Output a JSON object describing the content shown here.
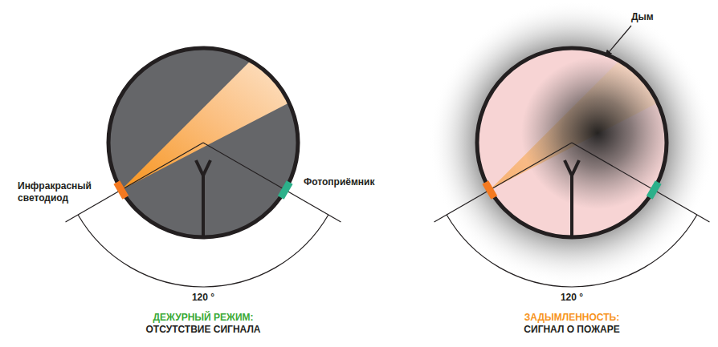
{
  "diagram": {
    "labels": [
      "Инфракрасный светодиод",
      "Фотоприёмник",
      "120 °",
      "ДЕЖУРНЫЙ РЕЖИМ:",
      "ОТСУТСТВИЕ СИГНАЛА",
      "Дым",
      "120 °",
      "ЗАДЫМЛЕННОСТЬ:",
      "СИГНАЛ О ПОЖАРЕ"
    ]
  }
}
